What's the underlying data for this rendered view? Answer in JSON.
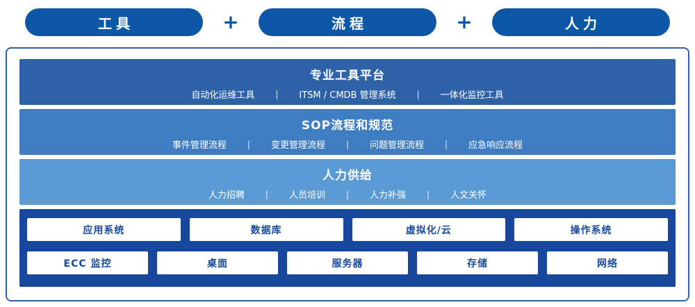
{
  "header": {
    "pills": [
      "工具",
      "流程",
      "人力"
    ],
    "plus": "+"
  },
  "divider": "|",
  "layers": [
    {
      "title": "专业工具平台",
      "items": [
        "自动化运维工具",
        "ITSM / CMDB 管理系统",
        "一体化监控工具"
      ]
    },
    {
      "title": "SOP流程和规范",
      "items": [
        "事件管理流程",
        "变更管理流程",
        "问题管理流程",
        "应急响应流程"
      ]
    },
    {
      "title": "人力供给",
      "items": [
        "人力招聘",
        "人员培训",
        "人力补强",
        "人文关怀"
      ]
    }
  ],
  "foundation": {
    "row1": [
      "应用系统",
      "数据库",
      "虚拟化/云",
      "操作系统"
    ],
    "row2": [
      "ECC 监控",
      "桌面",
      "服务器",
      "存储",
      "网络"
    ]
  },
  "colors": {
    "pill_blue": "#0d57a7",
    "layer1_blue": "#2e62a8",
    "layer2_blue": "#3f7dc2",
    "layer3_blue": "#5b9bd5",
    "foundation_navy": "#17489e",
    "box_text_blue": "#174a9c",
    "frame_border": "#2e62a8"
  }
}
